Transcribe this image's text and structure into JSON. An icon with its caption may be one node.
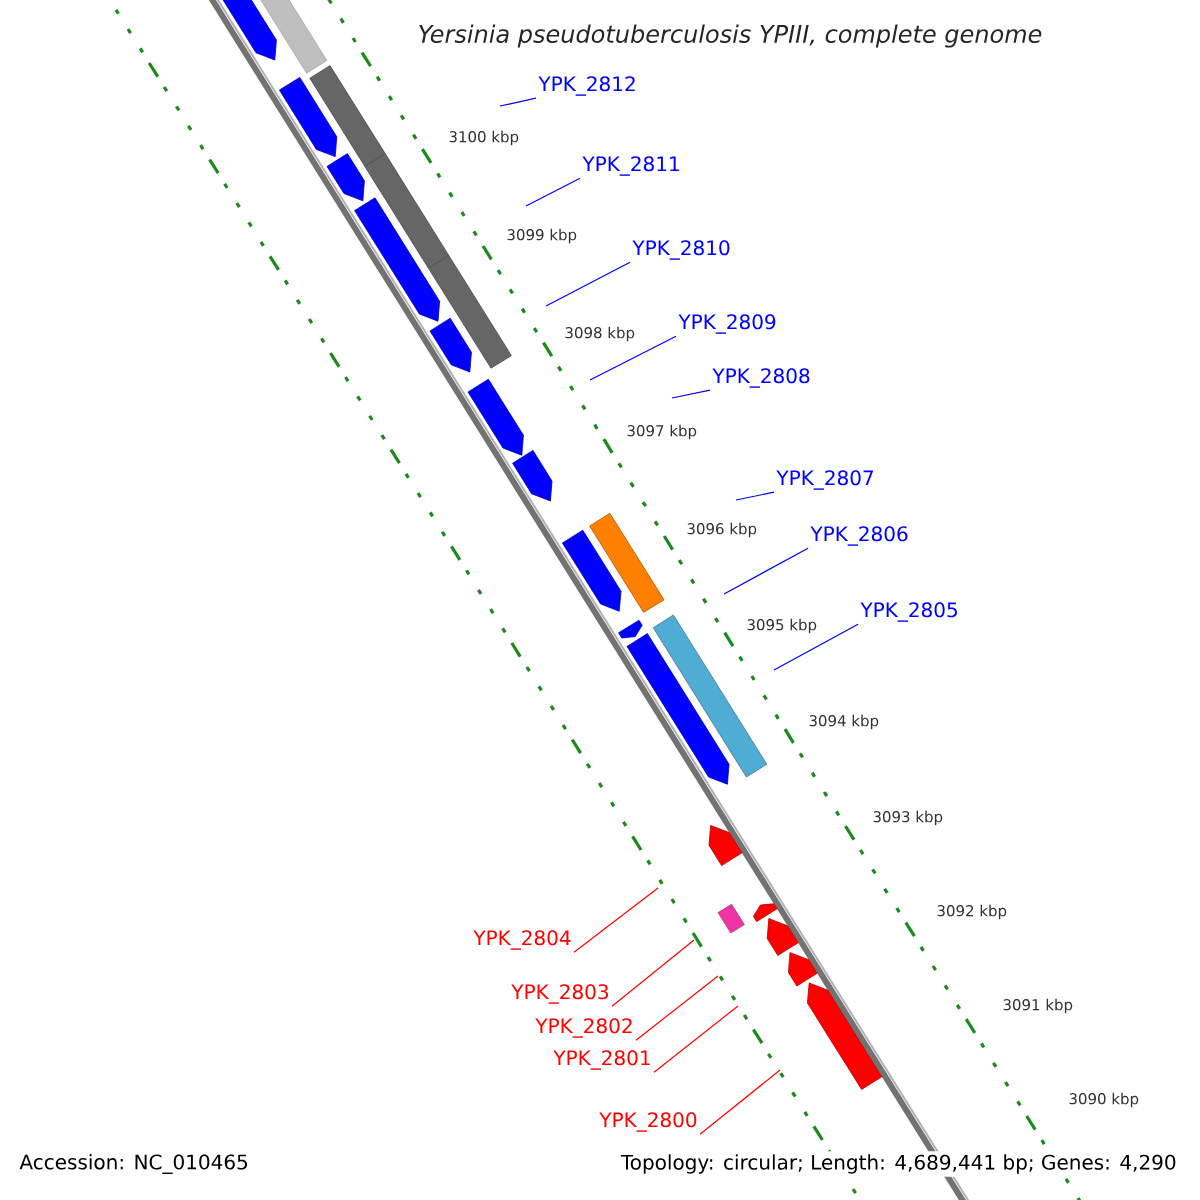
{
  "diagram": {
    "title": "Yersinia pseudotuberculosis YPIII, complete genome",
    "nodes": [
      {
        "text": [
          "YPK_2812"
        ]
      },
      {
        "text": [
          "YPK_2811"
        ]
      },
      {
        "text": [
          "YPK_2810"
        ]
      },
      {
        "text": [
          "YPK_2809"
        ]
      },
      {
        "text": [
          "YPK_2808"
        ]
      },
      {
        "text": [
          "YPK_2807"
        ]
      },
      {
        "text": [
          "YPK_2806"
        ]
      },
      {
        "text": [
          "YPK_2805"
        ]
      },
      {
        "text": [
          "YPK_2804"
        ]
      },
      {
        "text": [
          "YPK_2803"
        ]
      },
      {
        "text": [
          "YPK_2802"
        ]
      },
      {
        "text": [
          "YPK_2801"
        ]
      },
      {
        "text": [
          "YPK_2800"
        ]
      }
    ],
    "edges": [
      {
        "from": 0,
        "to": null,
        "arrow": "none"
      },
      {
        "from": 1,
        "to": null,
        "arrow": "none"
      },
      {
        "from": 2,
        "to": null,
        "arrow": "none"
      },
      {
        "from": 3,
        "to": null,
        "arrow": "none"
      },
      {
        "from": 4,
        "to": null,
        "arrow": "none"
      },
      {
        "from": 5,
        "to": null,
        "arrow": "none"
      },
      {
        "from": 6,
        "to": null,
        "arrow": "none"
      },
      {
        "from": 7,
        "to": null,
        "arrow": "none"
      },
      {
        "from": 8,
        "to": null,
        "arrow": "none",
        "color": "#ff0000"
      },
      {
        "from": 9,
        "to": null,
        "arrow": "none",
        "color": "#ff0000"
      },
      {
        "from": 10,
        "to": null,
        "arrow": "none",
        "color": "#ff0000"
      },
      {
        "from": 11,
        "to": null,
        "arrow": "none",
        "color": "#ff0000"
      },
      {
        "from": 12,
        "to": null,
        "arrow": "none",
        "color": "#ff0000"
      }
    ],
    "labels": [
      "3100 kbp",
      "3099 kbp",
      "3098 kbp",
      "3097 kbp",
      "3096 kbp",
      "3095 kbp",
      "3094 kbp",
      "3093 kbp",
      "3092 kbp",
      "3091 kbp",
      "3090 kbp",
      "Accession: NC_010465",
      "Topology: circular; Length: 4,689,441 bp; Genes: 4,290"
    ]
  }
}
